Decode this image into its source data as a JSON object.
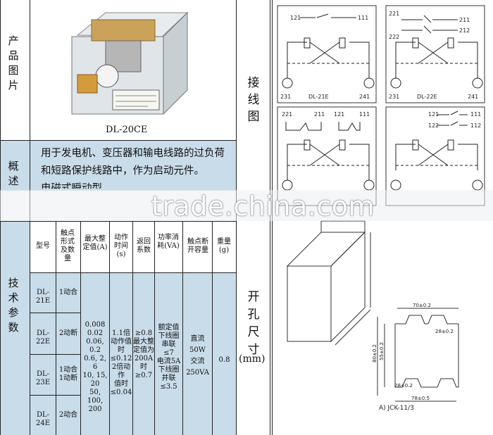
{
  "labels": {
    "product_image": "产品图片",
    "overview": "概述",
    "tech_params": "技术参数",
    "wiring": "接线图",
    "cutout": "开孔尺寸",
    "cutout_unit": "(mm)"
  },
  "product": {
    "model_caption": "DL-20CE"
  },
  "overview": {
    "line1": "用于发电机、变压器和输电线路的过负荷",
    "line2": "和短路保护线路中，作为启动元件。",
    "line3": "电磁式瞬动型"
  },
  "table": {
    "headers": [
      "型号",
      "触点形式及数量",
      "最大整定值(A)",
      "动作时间(s)",
      "返回系数",
      "功率消耗(VA)",
      "触点断开容量",
      "重量(g)"
    ],
    "rows": [
      {
        "model": "DL-21E",
        "contacts": "1动合"
      },
      {
        "model": "DL-22E",
        "contacts": "2动断"
      },
      {
        "model": "DL-23E",
        "contacts": "1动合\n1动断"
      },
      {
        "model": "DL-24E",
        "contacts": "2动合"
      }
    ],
    "max_setting": "0.008\n0.02\n0.06, 0.2\n0.6, 2, 6\n10, 15, 20\n50, 100,\n200",
    "action_time": "1.1倍\n动作值时\n≤0.12\n2倍动作\n值时≤0.04",
    "return_coef": "≥0.8\n最大整\n定值为\n200A\n时\n≥0.7",
    "power": "额定值\n下线圈\n串联\n≤7\n电流5A\n下线圈\n并联\n≤3.5",
    "breaking": "直流\n50W\n交流\n250VA",
    "weight": "0.8"
  },
  "wiring": {
    "d1": {
      "t1": "121",
      "t2": "111",
      "b1": "231",
      "b2": "241",
      "name": "DL-21E"
    },
    "d2": {
      "t1": "221",
      "t2": "211",
      "t3": "222",
      "t4": "212",
      "b1": "231",
      "b2": "241",
      "name": "DL-22E"
    },
    "d3": {
      "t1": "221",
      "t2": "211",
      "t3": "121",
      "t4": "111"
    },
    "d4": {
      "t1": "121",
      "t2": "111",
      "t3": "122",
      "t4": "112"
    }
  },
  "cutout": {
    "dim_top": "70±0.2",
    "dim_slot": "28±0.2",
    "dim_height": "80±0.2",
    "dim_side": "55±0.2",
    "dim_slot2": "28±0.2",
    "dim_bottom": "78±0.5",
    "caption": "A) JCK-11/3"
  },
  "watermark": "trade.china.com"
}
